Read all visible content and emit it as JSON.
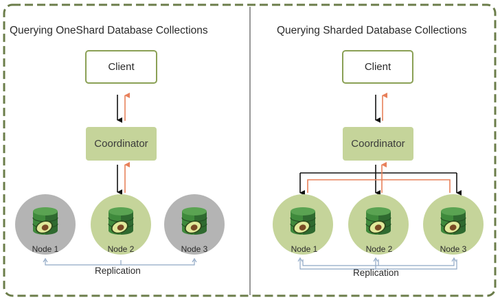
{
  "left_panel": {
    "title": "Querying OneShard Database Collections",
    "client": "Client",
    "coordinator": "Coordinator",
    "nodes": [
      "Node 1",
      "Node 2",
      "Node 3"
    ],
    "replication": "Replication"
  },
  "right_panel": {
    "title": "Querying Sharded Database Collections",
    "client": "Client",
    "coordinator": "Coordinator",
    "nodes": [
      "Node 1",
      "Node 2",
      "Node 3"
    ],
    "replication": "Replication"
  },
  "colors": {
    "frame_border": "#6b7d4a",
    "box_border": "#8aa055",
    "coordinator_fill": "#c5d49a",
    "node_active": "#c5d49a",
    "node_inactive": "#b4b4b4",
    "db_green": "#3e7a3a",
    "request_arrow": "#111111",
    "response_arrow": "#e8805a",
    "replication_line": "#8ea6c4"
  },
  "icons": [
    "database-cylinder-icon",
    "avocado-icon"
  ]
}
